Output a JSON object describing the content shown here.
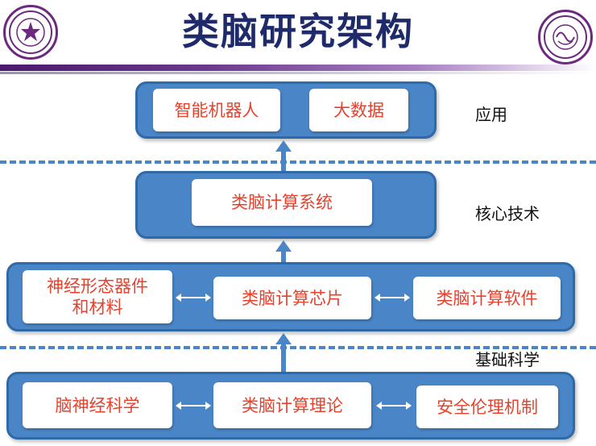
{
  "title": "类脑研究架构",
  "layers": {
    "application": {
      "label": "应用",
      "cards": [
        "智能机器人",
        "大数据"
      ]
    },
    "core": {
      "label": "核心技术",
      "cards": [
        "类脑计算系统"
      ]
    },
    "middle": {
      "cards": [
        "神经形态器件",
        "和材料",
        "类脑计算芯片",
        "类脑计算软件"
      ]
    },
    "basic": {
      "label": "基础科学",
      "cards": [
        "脑神经科学",
        "类脑计算理论",
        "安全伦理机制"
      ]
    }
  },
  "colors": {
    "panel": "#4a86c7",
    "panel_border": "#2f6aa8",
    "card_text": "#e8412c",
    "title": "#1f2a6b",
    "logo": "#6b2a7e"
  },
  "icons": [
    "tsinghua-seal-left",
    "emblem-right",
    "arrow-up",
    "double-arrow"
  ]
}
